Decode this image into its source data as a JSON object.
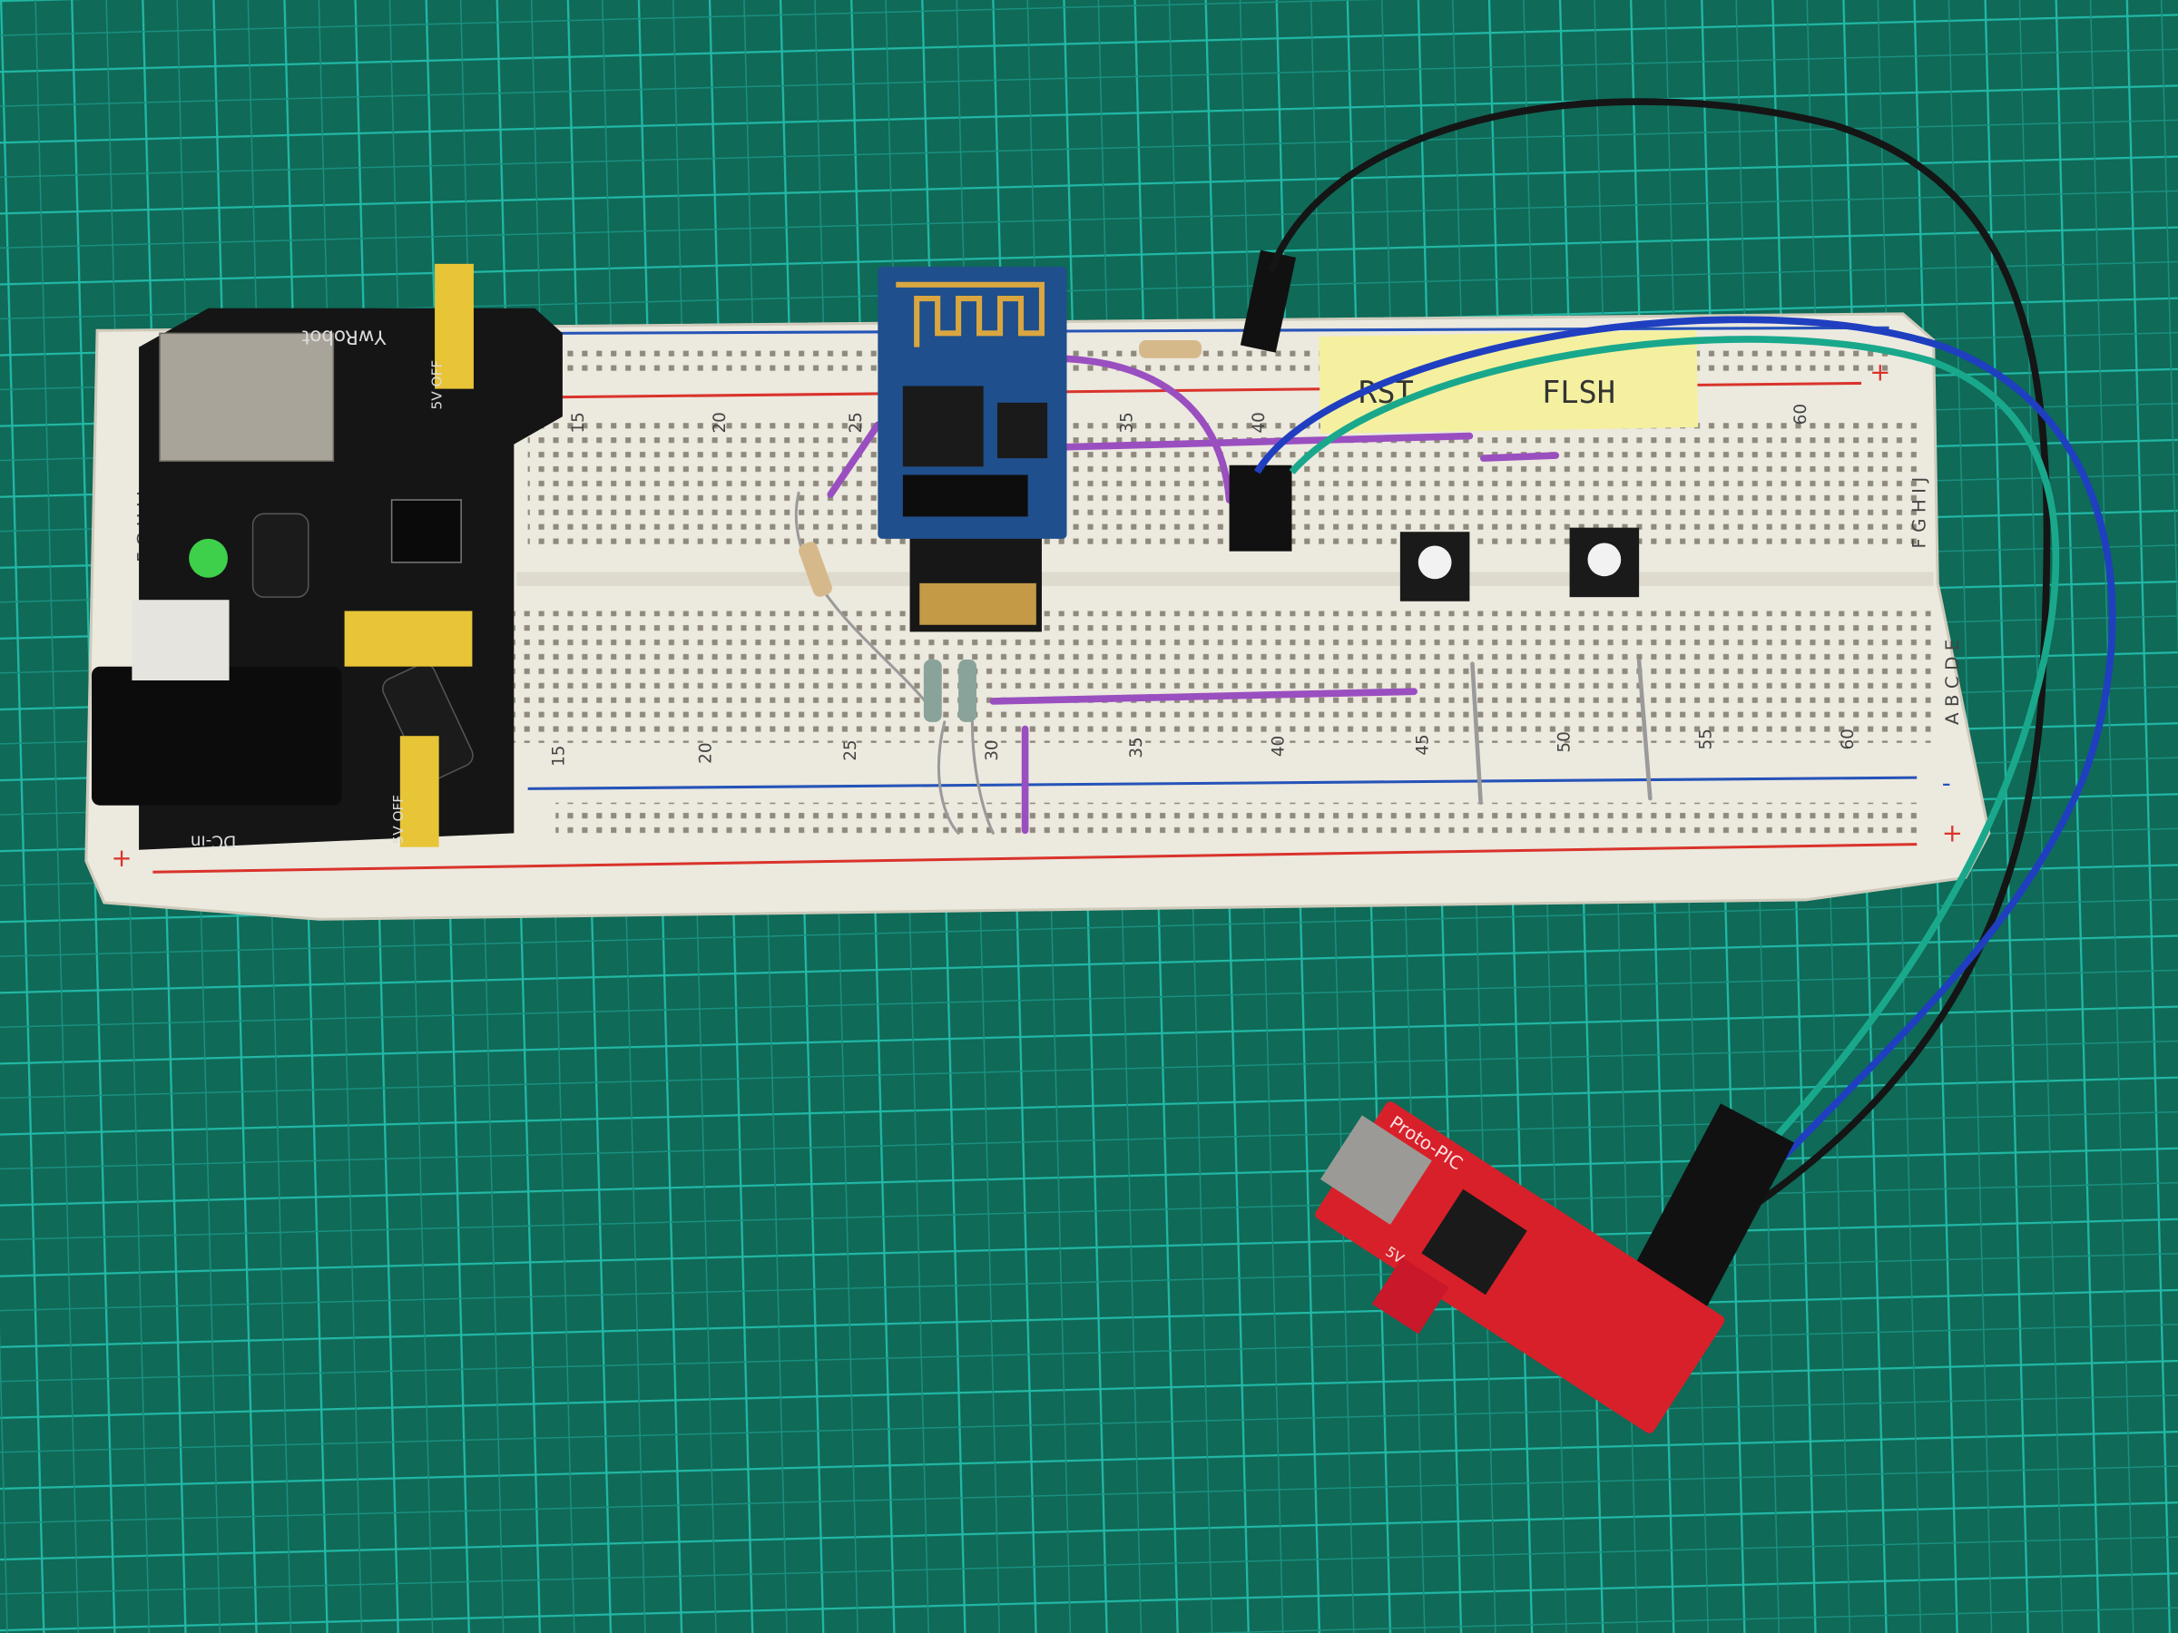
{
  "scene": {
    "description_colors": {
      "mat": "#0f6a57",
      "mat_grid": "#22b8a6",
      "breadboard": "#ece9df",
      "power_module": "#151515",
      "esp_module": "#1f4f8c",
      "ftdi_board": "#d8202a",
      "sticky_note": "#f4f0a0",
      "jumper_wire": "#9a4fc0"
    }
  },
  "breadboard": {
    "top_numbers": [
      "15",
      "20",
      "25",
      "35",
      "40",
      "60"
    ],
    "bottom_numbers": [
      "15",
      "20",
      "25",
      "30",
      "35",
      "40",
      "45",
      "50",
      "55",
      "60"
    ],
    "row_letters_top": "F G H I J",
    "row_letters_bottom": "A B C D E",
    "plus": "+",
    "minus": "-"
  },
  "power_module": {
    "brand": "YwRobot",
    "jumper_label_top": "5V OFF",
    "jumper_label_bottom": "5V OFF",
    "dc_label": "DC-in"
  },
  "sticky_note": {
    "left": "RST",
    "right": "FLSH"
  },
  "ftdi": {
    "brand": "Proto-PIC",
    "voltage": "5V"
  }
}
